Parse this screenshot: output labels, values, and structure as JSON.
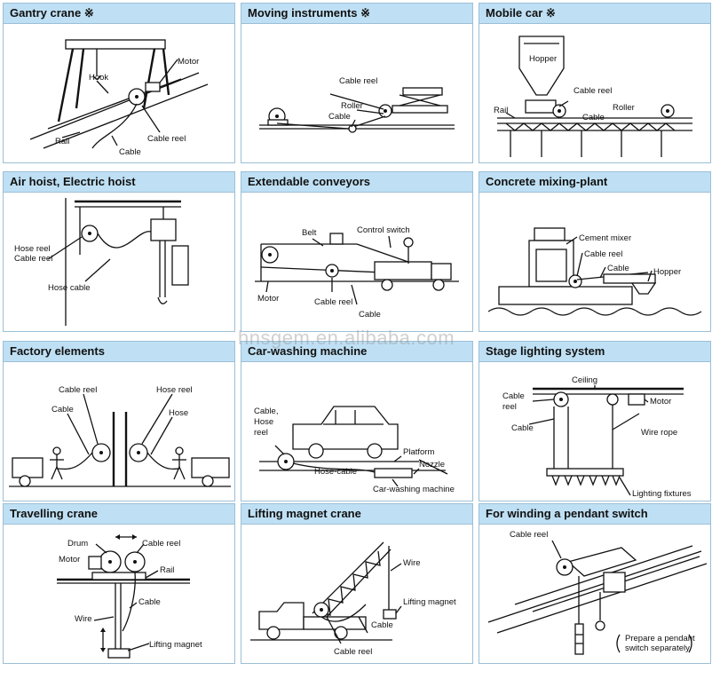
{
  "panels": [
    {
      "title": "Gantry crane ※",
      "labels": [
        "Motor",
        "Hook",
        "Rail",
        "Cable",
        "Cable reel"
      ]
    },
    {
      "title": "Moving instruments ※",
      "labels": [
        "Cable reel",
        "Roller",
        "Cable"
      ]
    },
    {
      "title": "Mobile car ※",
      "labels": [
        "Hopper",
        "Cable reel",
        "Rail",
        "Roller",
        "Cable"
      ]
    },
    {
      "title": "Air hoist, Electric hoist",
      "labels": [
        "Hose reel",
        "Cable reel",
        "Hose cable"
      ]
    },
    {
      "title": "Extendable conveyors",
      "labels": [
        "Belt",
        "Control switch",
        "Motor",
        "Cable reel",
        "Cable"
      ]
    },
    {
      "title": "Concrete mixing-plant",
      "labels": [
        "Cement mixer",
        "Cable reel",
        "Cable",
        "Hopper"
      ]
    },
    {
      "title": "Factory elements",
      "labels": [
        "Cable reel",
        "Hose reel",
        "Cable",
        "Hose"
      ]
    },
    {
      "title": "Car-washing machine",
      "labels": [
        "Cable,",
        "Hose",
        "reel",
        "Platform",
        "Hose-cable",
        "Nozzle",
        "Car-washing machine"
      ]
    },
    {
      "title": "Stage lighting system",
      "labels": [
        "Ceiling",
        "Cable",
        "reel",
        "Motor",
        "Cable",
        "Wire rope",
        "Lighting fixtures"
      ]
    },
    {
      "title": "Travelling crane",
      "labels": [
        "Drum",
        "Cable reel",
        "Motor",
        "Rail",
        "Cable",
        "Wire",
        "Lifting magnet"
      ]
    },
    {
      "title": "Lifting magnet crane",
      "labels": [
        "Wire",
        "Lifting magnet",
        "Cable",
        "Cable reel"
      ]
    },
    {
      "title": "For winding a pendant switch",
      "labels": [
        "Cable reel",
        "Prepare a pendant",
        "switch separately."
      ]
    }
  ],
  "watermark": "hnsgem.en.alibaba.com"
}
